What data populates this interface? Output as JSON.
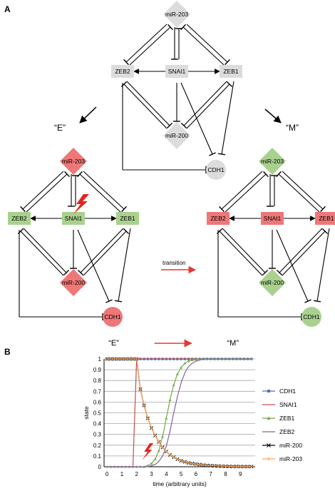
{
  "panels": {
    "a": "A",
    "b": "B"
  },
  "nodes": {
    "mir203": "miR-203",
    "mir200": "miR-200",
    "zeb1": "ZEB1",
    "zeb2": "ZEB2",
    "snai1": "SNAI1",
    "cdh1": "CDH1"
  },
  "state_labels": {
    "e": "“E”",
    "m": "“M”"
  },
  "transition_label": "transition",
  "colors": {
    "gray": "#dcdcdc",
    "green": "#a9d18e",
    "red": "#ee7777",
    "lightning": "#e5241f",
    "arrow": "#e53935"
  },
  "states": {
    "neutral": {
      "mir203": "gray",
      "mir200": "gray",
      "zeb1": "gray",
      "zeb2": "gray",
      "snai1": "gray",
      "cdh1": "gray"
    },
    "E": {
      "mir203": "red",
      "mir200": "red",
      "zeb1": "green",
      "zeb2": "green",
      "snai1": "green",
      "cdh1": "red"
    },
    "M": {
      "mir203": "green",
      "mir200": "green",
      "zeb1": "red",
      "zeb2": "red",
      "snai1": "red",
      "cdh1": "green"
    }
  },
  "chart_data": {
    "type": "line",
    "xlabel": "time (arbitrary units)",
    "ylabel": "state",
    "xlim": [
      -0.2,
      10
    ],
    "ylim": [
      0,
      1
    ],
    "xticks": [
      "0",
      "1",
      "2",
      "3",
      "4",
      "5",
      "6",
      "7",
      "8",
      "9"
    ],
    "yticks": [
      "0",
      "0.1",
      "0.2",
      "0.3",
      "0.4",
      "0.5",
      "0.6",
      "0.7",
      "0.8",
      "0.9",
      "1"
    ],
    "grid": true,
    "legend_position": "right",
    "series": [
      {
        "name": "CDH1",
        "color": "#4472c4",
        "marker": "square",
        "x": [
          0,
          0.25,
          0.5,
          0.75,
          1,
          1.25,
          1.5,
          1.75,
          2,
          2.25,
          2.5,
          2.75,
          3,
          3.25,
          3.5,
          3.75,
          4,
          4.25,
          4.5,
          4.75,
          5,
          5.25,
          5.5,
          5.75,
          6,
          6.25,
          6.5,
          6.75,
          7,
          7.25,
          7.5,
          7.75,
          8,
          8.25,
          8.5,
          8.75,
          9,
          9.25,
          9.5,
          9.75
        ],
        "values": [
          1,
          1,
          1,
          1,
          1,
          1,
          1,
          1,
          1,
          1,
          1,
          1,
          1,
          1,
          1,
          1,
          1,
          1,
          1,
          1,
          1,
          1,
          1,
          1,
          1,
          1,
          1,
          1,
          1,
          1,
          1,
          1,
          1,
          1,
          1,
          1,
          1,
          1,
          1,
          1
        ]
      },
      {
        "name": "SNAI1",
        "color": "#c0504d",
        "marker": "dash",
        "x": [
          0,
          0.25,
          0.5,
          0.75,
          1,
          1.25,
          1.5,
          1.75,
          2,
          2.25,
          2.5,
          2.75,
          3,
          3.25,
          3.5,
          3.75,
          4,
          4.25,
          4.5,
          4.75,
          5,
          5.25,
          5.5,
          5.75,
          6,
          6.25,
          6.5,
          6.75,
          7,
          7.25,
          7.5,
          7.75,
          8,
          8.25,
          8.5,
          8.75,
          9,
          9.25,
          9.5,
          9.75
        ],
        "values": [
          0,
          0,
          0,
          0,
          0,
          0,
          0,
          0,
          1,
          1,
          1,
          1,
          1,
          1,
          1,
          1,
          1,
          1,
          1,
          1,
          1,
          1,
          1,
          1,
          1,
          1,
          1,
          1,
          1,
          1,
          1,
          1,
          1,
          1,
          1,
          1,
          1,
          1,
          1,
          1
        ]
      },
      {
        "name": "ZEB1",
        "color": "#70ad47",
        "marker": "triangle",
        "x": [
          0,
          0.25,
          0.5,
          0.75,
          1,
          1.25,
          1.5,
          1.75,
          2,
          2.25,
          2.5,
          2.75,
          3,
          3.25,
          3.5,
          3.75,
          4,
          4.25,
          4.5,
          4.75,
          5,
          5.25,
          5.5,
          5.75,
          6,
          6.25,
          6.5,
          6.75,
          7,
          7.25,
          7.5,
          7.75,
          8,
          8.25,
          8.5,
          8.75,
          9,
          9.25,
          9.5,
          9.75
        ],
        "values": [
          0,
          0,
          0,
          0,
          0,
          0,
          0,
          0,
          0,
          0,
          0,
          0.01,
          0.03,
          0.07,
          0.15,
          0.28,
          0.45,
          0.62,
          0.76,
          0.86,
          0.92,
          0.96,
          0.98,
          0.99,
          0.995,
          1,
          1,
          1,
          1,
          1,
          1,
          1,
          1,
          1,
          1,
          1,
          1,
          1,
          1,
          1
        ]
      },
      {
        "name": "ZEB2",
        "color": "#8064a2",
        "marker": "none",
        "x": [
          0,
          0.25,
          0.5,
          0.75,
          1,
          1.25,
          1.5,
          1.75,
          2,
          2.25,
          2.5,
          2.75,
          3,
          3.25,
          3.5,
          3.75,
          4,
          4.25,
          4.5,
          4.75,
          5,
          5.25,
          5.5,
          5.75,
          6,
          6.25,
          6.5,
          6.75,
          7,
          7.25,
          7.5,
          7.75,
          8,
          8.25,
          8.5,
          8.75,
          9,
          9.25,
          9.5,
          9.75
        ],
        "values": [
          0,
          0,
          0,
          0,
          0,
          0,
          0,
          0,
          0,
          0,
          0,
          0,
          0.01,
          0.02,
          0.05,
          0.1,
          0.19,
          0.33,
          0.5,
          0.65,
          0.78,
          0.87,
          0.93,
          0.96,
          0.98,
          0.99,
          1,
          1,
          1,
          1,
          1,
          1,
          1,
          1,
          1,
          1,
          1,
          1,
          1,
          1
        ]
      },
      {
        "name": "miR-200",
        "color": "#000000",
        "marker": "x",
        "x": [
          0,
          0.25,
          0.5,
          0.75,
          1,
          1.25,
          1.5,
          1.75,
          2,
          2.25,
          2.5,
          2.75,
          3,
          3.25,
          3.5,
          3.75,
          4,
          4.25,
          4.5,
          4.75,
          5,
          5.25,
          5.5,
          5.75,
          6,
          6.25,
          6.5,
          6.75,
          7,
          7.25,
          7.5,
          7.75,
          8,
          8.25,
          8.5,
          8.75,
          9,
          9.25,
          9.5,
          9.75
        ],
        "values": [
          1,
          1,
          1,
          1,
          1,
          1,
          1,
          1,
          1,
          0.72,
          0.57,
          0.45,
          0.36,
          0.29,
          0.23,
          0.18,
          0.14,
          0.11,
          0.09,
          0.07,
          0.055,
          0.045,
          0.035,
          0.03,
          0.025,
          0.02,
          0.015,
          0.012,
          0.01,
          0.008,
          0.006,
          0.005,
          0.004,
          0.003,
          0.002,
          0.002,
          0.001,
          0.001,
          0.001,
          0.001
        ]
      },
      {
        "name": "miR-203",
        "color": "#f7a35c",
        "marker": "cross",
        "x": [
          0,
          0.25,
          0.5,
          0.75,
          1,
          1.25,
          1.5,
          1.75,
          2,
          2.25,
          2.5,
          2.75,
          3,
          3.25,
          3.5,
          3.75,
          4,
          4.25,
          4.5,
          4.75,
          5,
          5.25,
          5.5,
          5.75,
          6,
          6.25,
          6.5,
          6.75,
          7,
          7.25,
          7.5,
          7.75,
          8,
          8.25,
          8.5,
          8.75,
          9,
          9.25,
          9.5,
          9.75
        ],
        "values": [
          1,
          1,
          1,
          1,
          1,
          1,
          1,
          1,
          1,
          0.72,
          0.57,
          0.45,
          0.36,
          0.29,
          0.23,
          0.18,
          0.14,
          0.11,
          0.09,
          0.07,
          0.055,
          0.045,
          0.035,
          0.03,
          0.025,
          0.02,
          0.015,
          0.012,
          0.01,
          0.008,
          0.006,
          0.005,
          0.004,
          0.003,
          0.002,
          0.002,
          0.001,
          0.001,
          0.001,
          0.001
        ]
      }
    ],
    "overlay": {
      "e_label": "“E”",
      "m_label": "“M”",
      "lightning_x": 2.6
    }
  }
}
